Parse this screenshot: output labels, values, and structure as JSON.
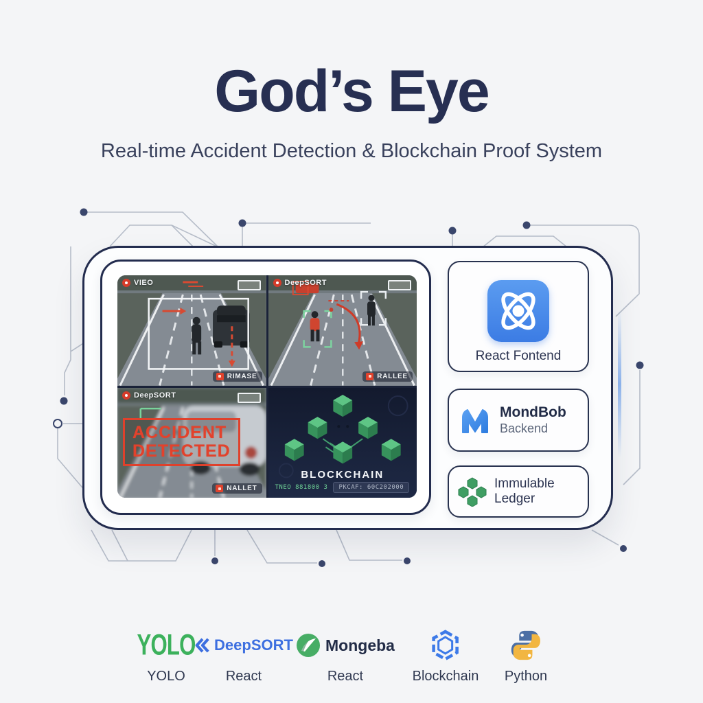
{
  "header": {
    "title": "God’s Eye",
    "subtitle": "Real-time Accident Detection & Blockchain Proof System"
  },
  "screen": {
    "feeds": {
      "top_left": {
        "label": "VIEO",
        "badge": "RIMASE"
      },
      "top_right": {
        "label": "DeepSORT",
        "badge": "RALLEE"
      },
      "bottom_left": {
        "label": "DeepSORT",
        "badge": "NALLET",
        "alert_line1": "ACCIDENT",
        "alert_line2": "DETECTED"
      },
      "blockchain": {
        "title": "BLOCKCHAIN",
        "tx_label": "TNEO 881800 3",
        "hash_label": "PKCAF: 60C202000"
      }
    }
  },
  "cards": {
    "react": {
      "label": "React Fontend"
    },
    "backend": {
      "title": "MondBob",
      "subtitle": "Backend"
    },
    "ledger": {
      "label": "Immulable Ledger"
    }
  },
  "tech_stack": [
    {
      "name": "YOLO",
      "caption": "YOLO"
    },
    {
      "name": "DeepSORT",
      "caption": "React"
    },
    {
      "name": "Mongeba",
      "caption": "React"
    },
    {
      "name": "Blockchain",
      "caption": "Blockchain"
    },
    {
      "name": "Python",
      "caption": "Python"
    }
  ],
  "colors": {
    "navy": "#232c4e",
    "accent_blue": "#3d7ae8",
    "alert_red": "#e2422c",
    "chain_green": "#4db573",
    "yolo_green": "#3cb15c",
    "python_blue": "#4b6fa5",
    "python_yellow": "#f2b641"
  }
}
